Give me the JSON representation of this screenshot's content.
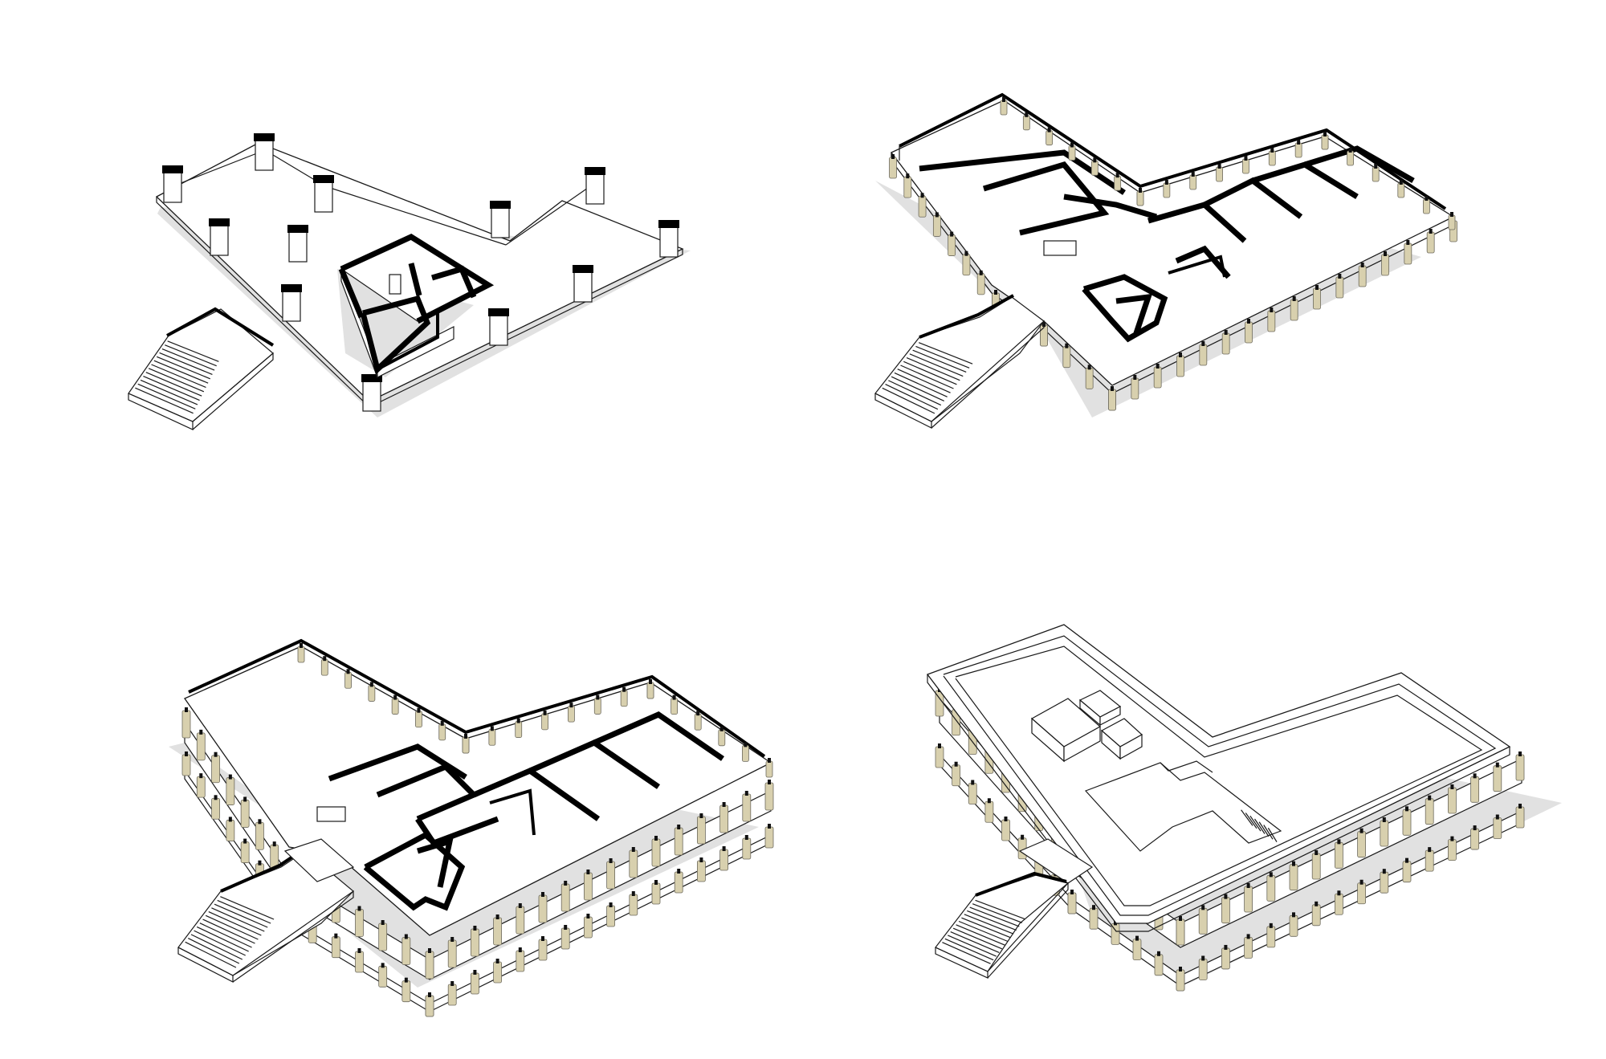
{
  "colors": {
    "background": "#ffffff",
    "line": "#1a1a1a",
    "wall": "#000000",
    "shadow": "#e1e1e1",
    "slab": "#ffffff",
    "column": "#d8d0ae",
    "column_edge": "#6d6a5e"
  },
  "panels": [
    {
      "id": "panel-ground-floor"
    },
    {
      "id": "panel-first-floor"
    },
    {
      "id": "panel-second-floor"
    },
    {
      "id": "panel-roof"
    }
  ]
}
